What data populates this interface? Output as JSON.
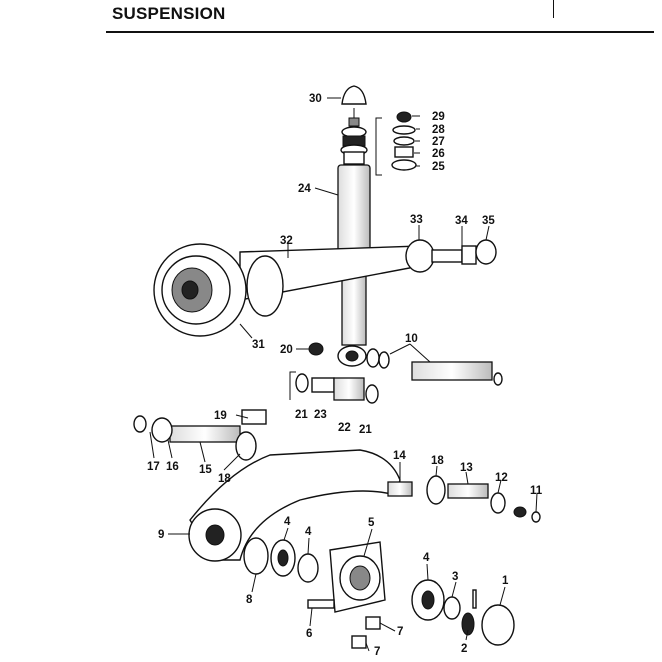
{
  "title": "SUSPENSION",
  "callouts": [
    "1",
    "2",
    "3",
    "4",
    "4",
    "4",
    "5",
    "6",
    "7",
    "7",
    "8",
    "9",
    "10",
    "11",
    "12",
    "13",
    "14",
    "15",
    "16",
    "17",
    "18",
    "18",
    "19",
    "20",
    "21",
    "21",
    "22",
    "23",
    "24",
    "25",
    "26",
    "27",
    "28",
    "29",
    "30",
    "31",
    "32",
    "33",
    "34",
    "35"
  ]
}
